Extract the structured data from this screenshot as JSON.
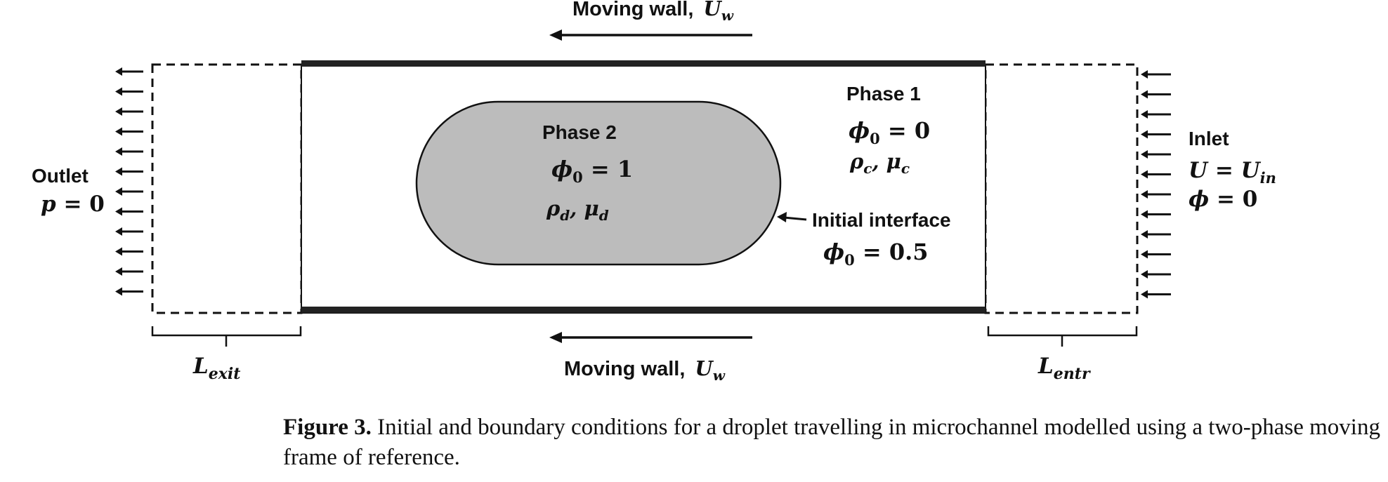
{
  "figure": {
    "top_wall_label": "Moving wall,",
    "top_wall_symbol": "U",
    "top_wall_sub": "w",
    "bottom_wall_label": "Moving wall,",
    "bottom_wall_symbol": "U",
    "bottom_wall_sub": "w",
    "phase1": {
      "title": "Phase 1",
      "phi_symbol": "ϕ",
      "phi_sub": "0",
      "phi_rest": " = 0",
      "props": "ρ",
      "props_sub1": "c",
      "props_mid": ", μ",
      "props_sub2": "c"
    },
    "phase2": {
      "title": "Phase 2",
      "phi_symbol": "ϕ",
      "phi_sub": "0",
      "phi_rest": " = 1",
      "props": "ρ",
      "props_sub1": "d",
      "props_mid": ", μ",
      "props_sub2": "d"
    },
    "interface": {
      "title": "Initial interface",
      "phi_symbol": "ϕ",
      "phi_sub": "0",
      "phi_rest": " = 0.5"
    },
    "outlet": {
      "title": "Outlet",
      "cond_symbol": "p",
      "cond_rest": " = 0"
    },
    "inlet": {
      "title": "Inlet",
      "cond1_symbol": "U",
      "cond1_mid": " = U",
      "cond1_sub": "in",
      "cond2_symbol": "ϕ",
      "cond2_rest": " = 0"
    },
    "l_exit": {
      "symbol": "L",
      "sub": "exit"
    },
    "l_entr": {
      "symbol": "L",
      "sub": "entr"
    }
  },
  "caption": {
    "label": "Figure 3.",
    "text": " Initial and boundary conditions for a droplet travelling in microchannel modelled using a two-phase moving frame of reference."
  }
}
